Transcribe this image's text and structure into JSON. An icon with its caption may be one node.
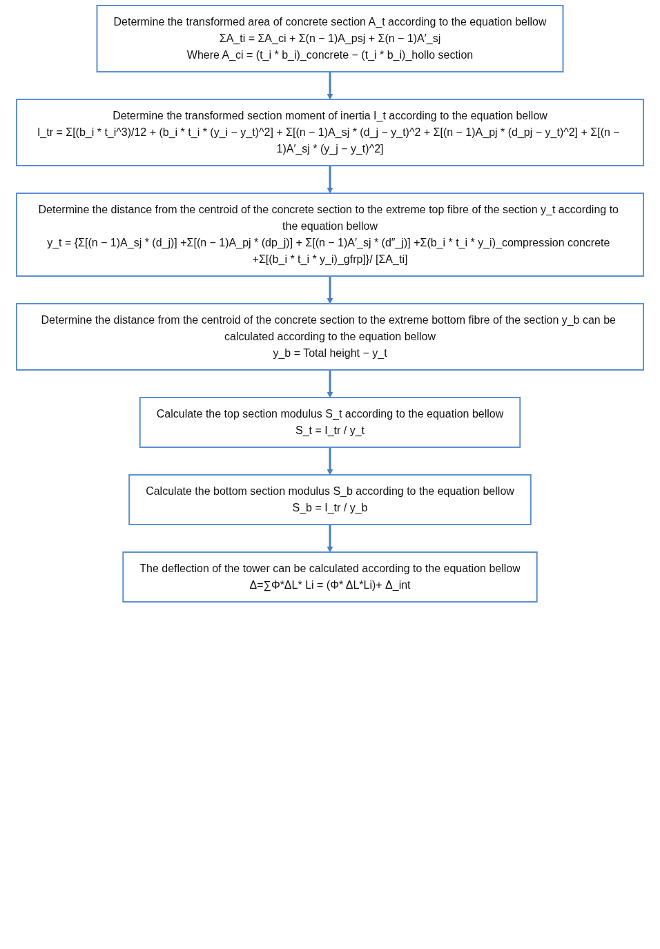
{
  "diagram": {
    "nodes": [
      {
        "text": [
          "Determine the transformed area of concrete section A_t according to the equation bellow",
          "ΣA_ti = ΣA_ci + Σ(n − 1)A_psj + Σ(n − 1)A′_sj",
          "Where A_ci = (t_i * b_i)_concrete − (t_i * b_i)_hollo section"
        ]
      },
      {
        "text": [
          "Determine the transformed section moment of inertia I_t according to the equation bellow",
          "I_tr = Σ[(b_i * t_i^3)/12 + (b_i * t_i * (y_i − y_t)^2] + Σ[(n − 1)A_sj * (d_j − y_t)^2 + Σ[(n − 1)A_pj * (d_pj − y_t)^2] + Σ[(n − 1)A′_sj * (y_j − y_t)^2]"
        ]
      },
      {
        "text": [
          "Determine the distance from the centroid of the concrete section to the extreme top fibre of the section y_t according to the equation bellow",
          "y_t = {Σ[(n − 1)A_sj * (d_j)] +Σ[(n − 1)A_pj * (dp_j)] + Σ[(n − 1)A′_sj * (d″_j)] +Σ(b_i * t_i * y_i)_compression concrete +Σ[(b_i * t_i * y_i)_gfrp]}/ [ΣA_ti]"
        ]
      },
      {
        "text": [
          "Determine the distance from the centroid of the concrete section to the extreme bottom fibre of the section y_b can be calculated according to the equation bellow",
          "y_b = Total height − y_t"
        ]
      },
      {
        "text": [
          "Calculate the top section modulus S_t according to the equation bellow",
          "S_t = I_tr / y_t"
        ]
      },
      {
        "text": [
          "Calculate the bottom section modulus S_b according to the equation bellow",
          "S_b = I_tr / y_b"
        ]
      },
      {
        "text": [
          "The deflection of the tower can be calculated according to the equation bellow",
          "Δ=∑Φ*ΔL* Li = (Φ* ΔL*Li)+ Δ_int"
        ]
      }
    ],
    "edges": [
      {
        "from": 0,
        "to": 1,
        "arrow": "to"
      },
      {
        "from": 1,
        "to": 2,
        "arrow": "to"
      },
      {
        "from": 2,
        "to": 3,
        "arrow": "to"
      },
      {
        "from": 3,
        "to": 4,
        "arrow": "to"
      },
      {
        "from": 4,
        "to": 5,
        "arrow": "to"
      },
      {
        "from": 5,
        "to": 6,
        "arrow": "to"
      }
    ]
  }
}
